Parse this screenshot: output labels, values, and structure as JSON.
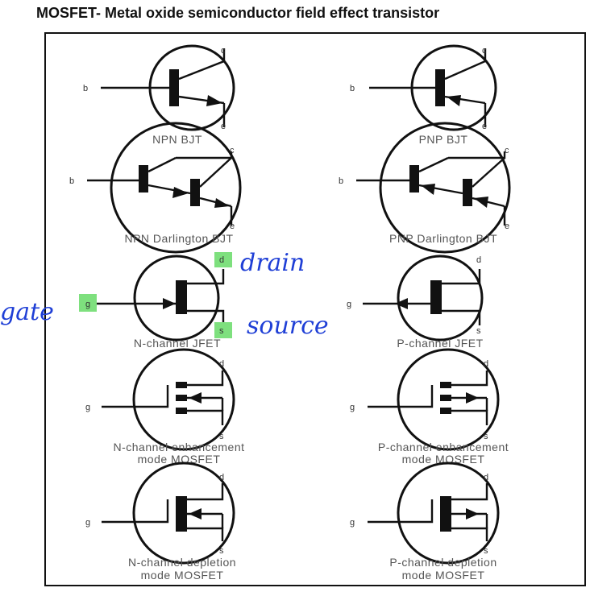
{
  "title": "MOSFET- Metal oxide semiconductor field effect transistor",
  "symbols": [
    {
      "caption": [
        "NPN BJT"
      ],
      "terminals": {
        "b": "b",
        "c": "c",
        "e": "e"
      }
    },
    {
      "caption": [
        "PNP BJT"
      ],
      "terminals": {
        "b": "b",
        "c": "c",
        "e": "e"
      }
    },
    {
      "caption": [
        "NPN Darlington BJT"
      ],
      "terminals": {
        "b": "b",
        "c": "c",
        "e": "e"
      }
    },
    {
      "caption": [
        "PNP Darlington BJT"
      ],
      "terminals": {
        "b": "b",
        "c": "c",
        "e": "e"
      }
    },
    {
      "caption": [
        "N-channel JFET"
      ],
      "terminals": {
        "g": "g",
        "d": "d",
        "s": "s"
      }
    },
    {
      "caption": [
        "P-channel JFET"
      ],
      "terminals": {
        "g": "g",
        "d": "d",
        "s": "s"
      }
    },
    {
      "caption": [
        "N-channel enhancement",
        "mode MOSFET"
      ],
      "terminals": {
        "g": "g",
        "d": "d",
        "s": "s"
      }
    },
    {
      "caption": [
        "P-channel enhancement",
        "mode MOSFET"
      ],
      "terminals": {
        "g": "g",
        "d": "d",
        "s": "s"
      }
    },
    {
      "caption": [
        "N-channel depletion",
        "mode MOSFET"
      ],
      "terminals": {
        "g": "g",
        "d": "d",
        "s": "s"
      }
    },
    {
      "caption": [
        "P-channel depletion",
        "mode MOSFET"
      ],
      "terminals": {
        "g": "g",
        "d": "d",
        "s": "s"
      }
    }
  ],
  "annotations": {
    "drain": "drain",
    "gate": "gate",
    "source": "source"
  },
  "colors": {
    "highlight": "#7ee07e",
    "ink": "#1f3fd6"
  }
}
